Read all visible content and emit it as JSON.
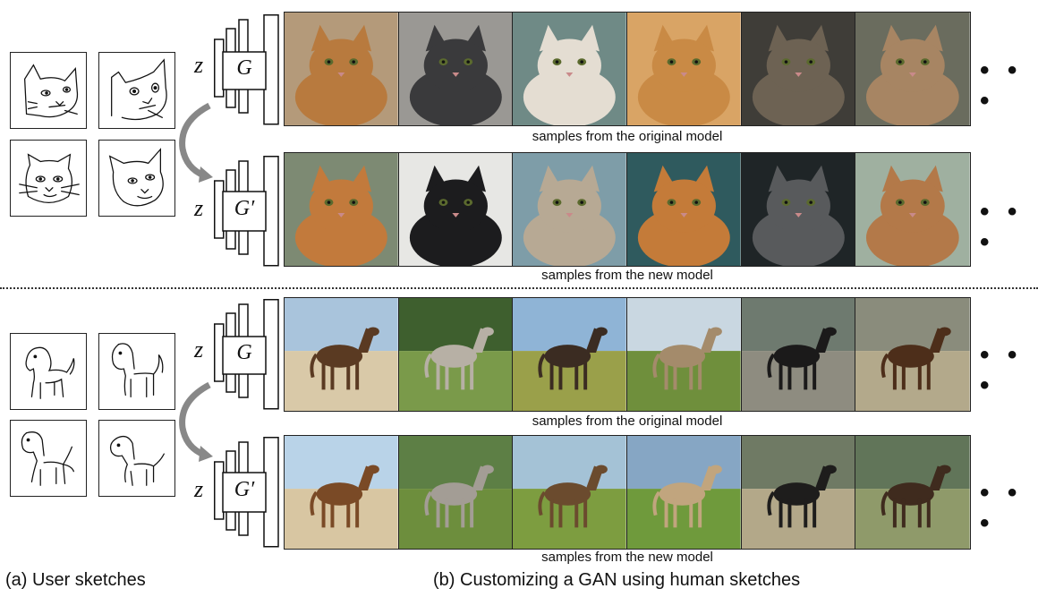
{
  "symbols": {
    "z": "z",
    "g": "G",
    "g_prime": "G′"
  },
  "ellipsis": "• • •",
  "cat_section": {
    "original_caption": "samples from the original model",
    "new_caption": "samples from the new model",
    "original_colors": [
      "#b87a3e",
      "#3a3a3c",
      "#e4ddd2",
      "#c98a45",
      "#6d6253",
      "#a78563"
    ],
    "new_colors": [
      "#c27a3c",
      "#1c1c1e",
      "#b7a994",
      "#c47b39",
      "#585a5c",
      "#b37949"
    ],
    "original_bg": [
      "#b49a7a",
      "#9a9894",
      "#6f8a86",
      "#d9a465",
      "#3f3d38",
      "#6a6c5e"
    ],
    "new_bg": [
      "#7d8a73",
      "#e7e7e4",
      "#7e9da8",
      "#2f5a5e",
      "#1f2527",
      "#9fb0a0"
    ]
  },
  "horse_section": {
    "original_caption": "samples from the original model",
    "new_caption": "samples from the new model",
    "original_colors": [
      "#5a3a22",
      "#b7b0a5",
      "#3b2c22",
      "#a48b6b",
      "#1b1a1a",
      "#4d2e1a"
    ],
    "new_colors": [
      "#7a4a26",
      "#a39d95",
      "#6b4b2e",
      "#c1a57e",
      "#1e1d1c",
      "#3f2b1e"
    ],
    "original_sky": [
      "#a9c4dc",
      "#3e5f2e",
      "#8fb4d6",
      "#c9d7e1",
      "#6e7a6f",
      "#8a8c7c"
    ],
    "original_ground": [
      "#d9c9a8",
      "#7a9a4a",
      "#9aa04a",
      "#6f8f3c",
      "#8e8c80",
      "#b3a98b"
    ],
    "new_sky": [
      "#b9d3e8",
      "#5d7f45",
      "#a4c2d6",
      "#86a6c4",
      "#6f7a64",
      "#617559"
    ],
    "new_ground": [
      "#d8c6a2",
      "#6d8e3d",
      "#7d9d40",
      "#6f9a3c",
      "#b3a889",
      "#8f9a6a"
    ]
  },
  "captions": {
    "left": "(a) User sketches",
    "right": "(b) Customizing a GAN using human sketches"
  }
}
